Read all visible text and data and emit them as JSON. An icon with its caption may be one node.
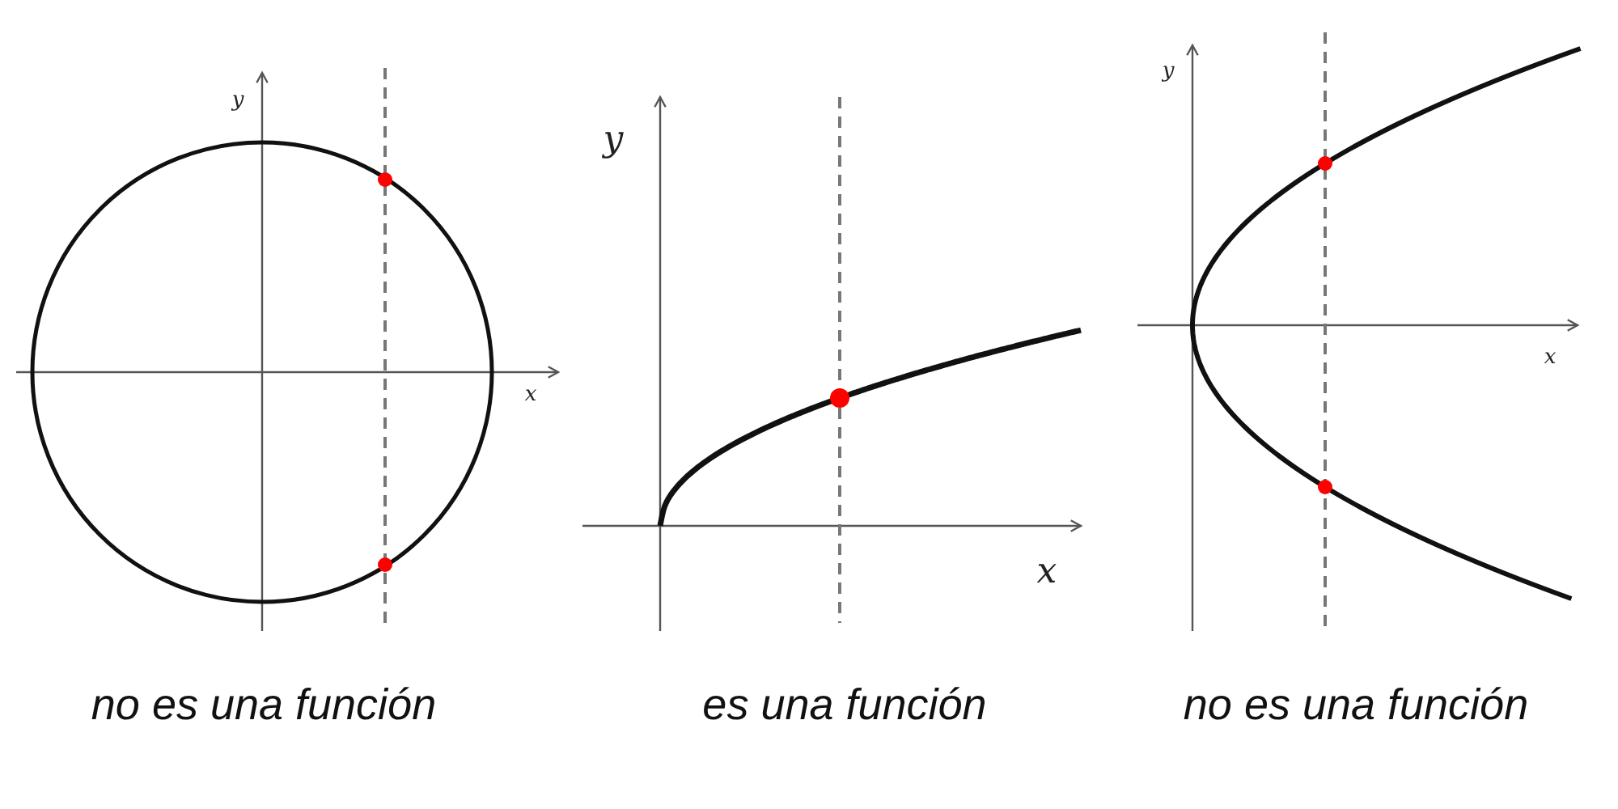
{
  "diagram": {
    "labels": [
      "y",
      "x",
      "no es una función",
      "y",
      "x",
      "es una función",
      "y",
      "x",
      "no es una función"
    ]
  }
}
